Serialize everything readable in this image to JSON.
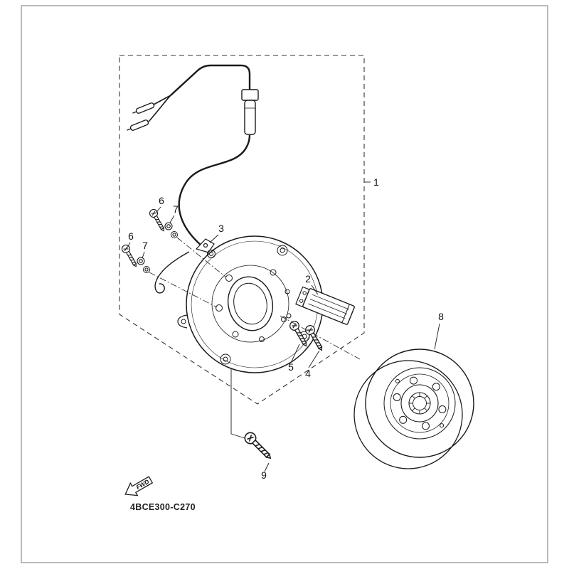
{
  "diagram": {
    "code": "4BCE300-C270",
    "fwd_label": "FWD",
    "callouts": {
      "c1": "1",
      "c2": "2",
      "c3": "3",
      "c4": "4",
      "c5": "5",
      "c6a": "6",
      "c6b": "6",
      "c7a": "7",
      "c7b": "7",
      "c8": "8",
      "c9": "9"
    },
    "colors": {
      "line": "#1a1a1a",
      "border": "#777777",
      "background": "#ffffff"
    }
  }
}
